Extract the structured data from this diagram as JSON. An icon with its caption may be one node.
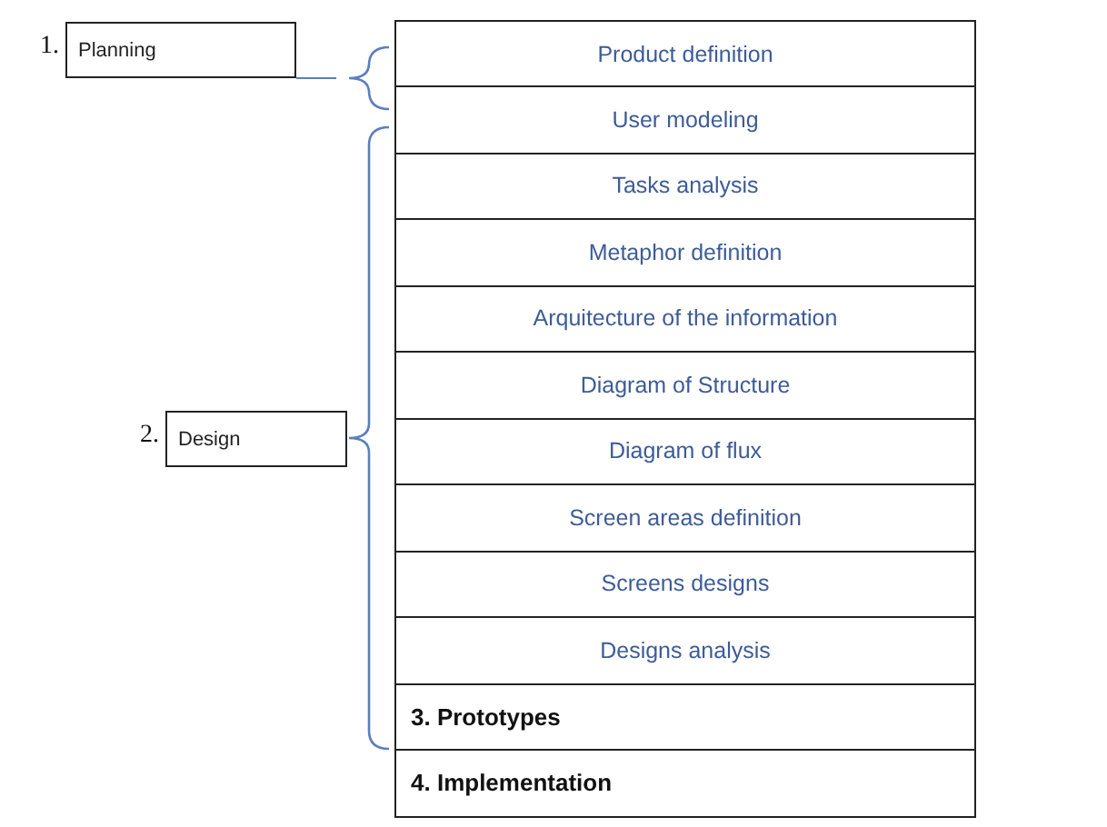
{
  "diagram": {
    "nodes": [
      {
        "text": [
          "Planning"
        ],
        "beside": [
          "1."
        ]
      },
      {
        "text": [
          "Design"
        ],
        "beside": [
          "2."
        ]
      },
      {
        "text": [
          "Product definition"
        ]
      },
      {
        "text": [
          "User modeling"
        ]
      },
      {
        "text": [
          "Tasks analysis"
        ]
      },
      {
        "text": [
          "Metaphor definition"
        ]
      },
      {
        "text": [
          "Arquitecture of the information"
        ]
      },
      {
        "text": [
          "Diagram of Structure"
        ]
      },
      {
        "text": [
          "Diagram of flux"
        ]
      },
      {
        "text": [
          "Screen areas definition"
        ]
      },
      {
        "text": [
          "Screens designs"
        ]
      },
      {
        "text": [
          "Designs analysis"
        ]
      },
      {
        "text": [
          "3. Prototypes"
        ]
      },
      {
        "text": [
          "4. Implementation"
        ]
      }
    ]
  }
}
